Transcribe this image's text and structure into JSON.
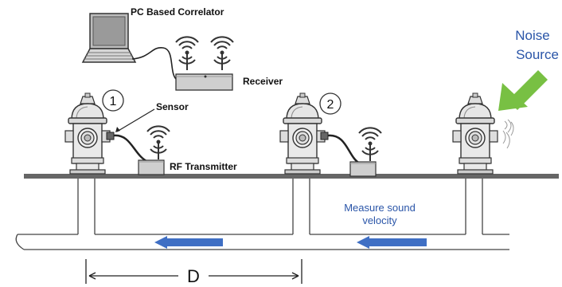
{
  "labels": {
    "correlator": "PC Based Correlator",
    "receiver": "Receiver",
    "sensor": "Sensor",
    "rf_transmitter": "RF Transmitter",
    "hydrant_1": "1",
    "hydrant_2": "2",
    "noise_line1": "Noise",
    "noise_line2": "Source",
    "measure_line1": "Measure sound",
    "measure_line2": "velocity",
    "distance": "D"
  },
  "colors": {
    "flow_arrow": "#3f6fc4",
    "noise_arrow": "#78c043",
    "label_blue": "#2a55a8",
    "equipment": "#cccccc"
  },
  "icons": {
    "laptop": "laptop-icon",
    "antenna": "wireless-signal-icon",
    "hydrant": "fire-hydrant-icon"
  }
}
